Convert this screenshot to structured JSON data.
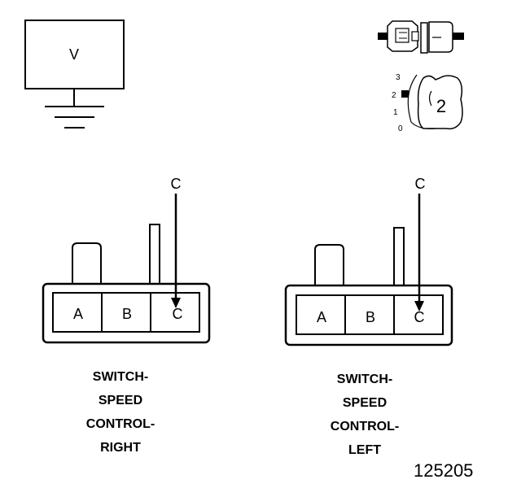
{
  "voltmeter": {
    "symbol": "V"
  },
  "position_scale": {
    "ticks": [
      "3",
      "2",
      "1",
      "0"
    ],
    "position_label": "2"
  },
  "connector_right": {
    "pins": [
      "A",
      "B",
      "C"
    ],
    "probe_label": "C",
    "caption": [
      "SWITCH-",
      "SPEED",
      "CONTROL-",
      "RIGHT"
    ]
  },
  "connector_left": {
    "pins": [
      "A",
      "B",
      "C"
    ],
    "probe_label": "C",
    "caption": [
      "SWITCH-",
      "SPEED",
      "CONTROL-",
      "LEFT"
    ]
  },
  "figure_number": "125205",
  "colors": {
    "ink": "#000000",
    "fill": "#ffffff"
  }
}
